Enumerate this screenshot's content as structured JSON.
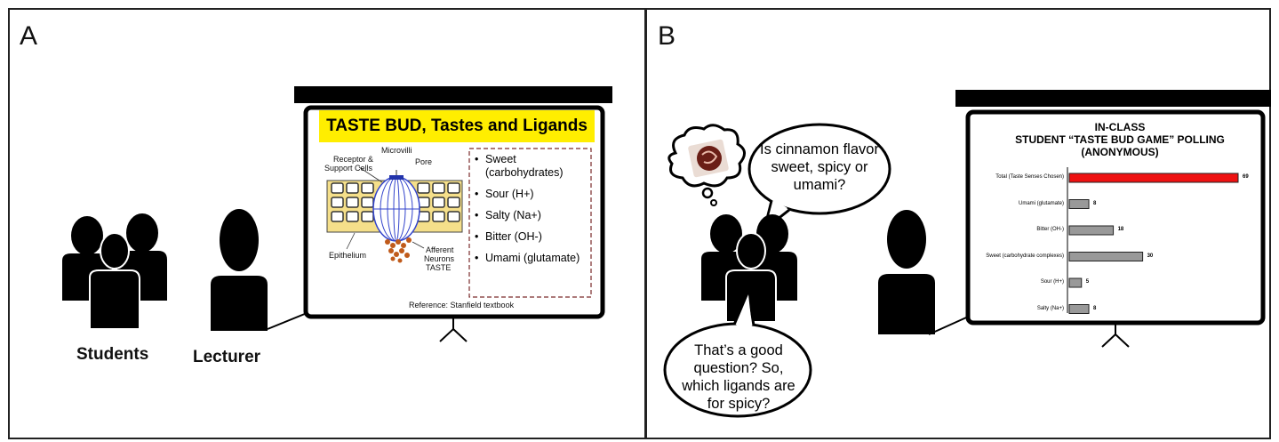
{
  "panels": {
    "a_label": "A",
    "b_label": "B"
  },
  "panel_a": {
    "slide_title": "TASTE BUD, Tastes and Ligands",
    "diagram_labels": {
      "microvilli": "Microvilli",
      "pore": "Pore",
      "receptor": "Receptor &",
      "support": "Support Cells",
      "epithelium": "Epithelium",
      "afferent": "Afferent",
      "neurons": "Neurons",
      "taste": "TASTE"
    },
    "tastes": [
      "Sweet (carbohydrates)",
      "Sour (H+)",
      "Salty (Na+)",
      "Bitter (OH-)",
      "Umami (glutamate)"
    ],
    "reference": "Reference: Stanfield textbook",
    "students_label": "Students",
    "lecturer_label": "Lecturer"
  },
  "panel_b": {
    "bubble_question": "Is cinnamon flavor sweet, spicy or umami?",
    "bubble_answer": "That’s a good question? So, which ligands are for spicy?",
    "chart_title_1": "IN-CLASS",
    "chart_title_2": "STUDENT “TASTE BUD GAME” POLLING",
    "chart_title_3": "(ANONYMOUS)"
  },
  "chart_data": {
    "type": "bar",
    "orientation": "horizontal",
    "title": "IN-CLASS STUDENT “TASTE BUD GAME” POLLING (ANONYMOUS)",
    "categories": [
      "Total (Taste Senses Chosen)",
      "Umami (glutamate)",
      "Bitter (OH-)",
      "Sweet (carbohydrate complexes)",
      "Sour (H+)",
      "Salty (Na+)"
    ],
    "values": [
      69,
      8,
      18,
      30,
      5,
      8
    ],
    "colors": [
      "#ee1111",
      "#999999",
      "#999999",
      "#999999",
      "#999999",
      "#999999"
    ],
    "xlim": [
      0,
      69
    ],
    "grid": false
  },
  "colors": {
    "slide_title_bg": "#ffee00",
    "cell_fill": "#f5df8a",
    "neuron": "#c05a1a",
    "taste_bud_lines": "#3344cc",
    "total_bar": "#ee1111",
    "other_bars": "#999999"
  }
}
